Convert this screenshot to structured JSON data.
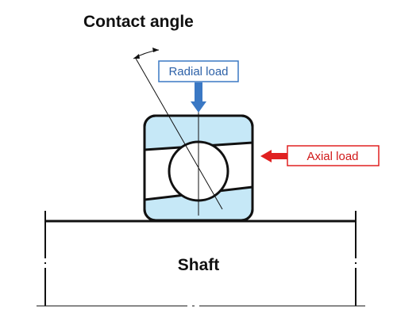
{
  "diagram": {
    "title": "Contact angle",
    "radial_load_label": "Radial load",
    "axial_load_label": "Axial load",
    "shaft_label": "Shaft"
  },
  "colors": {
    "radial_load": "#3a78c4",
    "axial_load": "#e02020",
    "bearing_fill": "#c6e8f7",
    "outline": "#111111"
  }
}
